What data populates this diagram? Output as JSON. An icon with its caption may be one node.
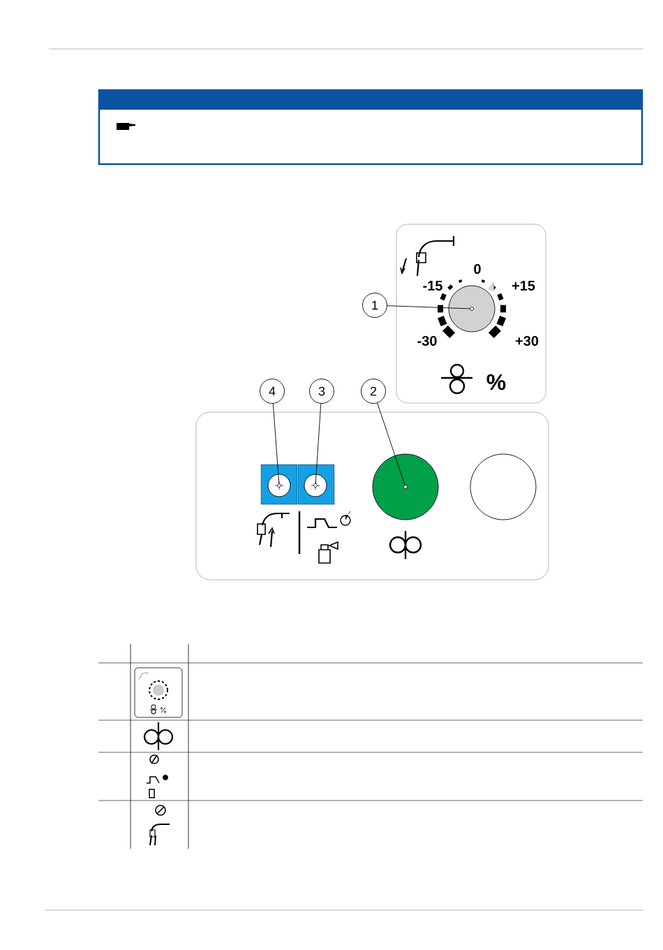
{
  "diagram": {
    "nodes": [
      {
        "text": [
          "1"
        ]
      },
      {
        "text": [],
        "shape": "circle"
      },
      {
        "text": [
          "4"
        ]
      },
      {
        "text": [
          "3"
        ]
      },
      {
        "text": [
          "2"
        ]
      },
      {
        "text": [],
        "shape": "circle"
      },
      {
        "text": [],
        "shape": "circle"
      },
      {
        "text": [],
        "shape": "circle"
      },
      {
        "text": [],
        "shape": "circle"
      }
    ],
    "edges": [
      {
        "from": 0,
        "to": 1,
        "arrow": "none"
      },
      {
        "from": 2,
        "to": 5,
        "arrow": "none"
      },
      {
        "from": 3,
        "to": 6,
        "arrow": "none"
      },
      {
        "from": 4,
        "to": 7,
        "arrow": "none"
      }
    ],
    "labels": [
      "0",
      "-15",
      "+15",
      "-30",
      "+30",
      "%"
    ]
  }
}
